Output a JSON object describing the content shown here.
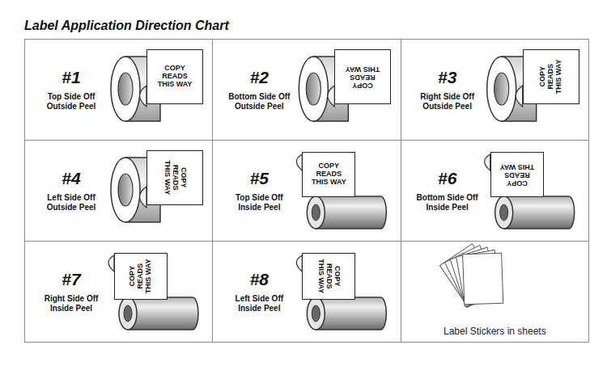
{
  "diagram": {
    "title": "Label Application Direction Chart",
    "nodes": [
      {
        "text": [
          "#1",
          "Top Side Off Outside Peel"
        ]
      },
      {
        "text": [
          "COPY READS THIS WAY"
        ],
        "in": 0
      },
      {
        "text": [
          "#2",
          "Bottom Side Off Outside Peel"
        ]
      },
      {
        "text": [
          "COPY READS THIS WAY"
        ],
        "in": 2
      },
      {
        "text": [
          "#3",
          "Right Side Off Outside Peel"
        ]
      },
      {
        "text": [
          "COPY READS THIS WAY"
        ],
        "in": 4
      },
      {
        "text": [
          "#4",
          "Left Side Off Outside Peel"
        ]
      },
      {
        "text": [
          "COPY READS THIS WAY"
        ],
        "in": 6
      },
      {
        "text": [
          "#5",
          "Top Side Off Inside Peel"
        ]
      },
      {
        "text": [
          "COPY READS THIS WAY"
        ],
        "in": 8
      },
      {
        "text": [
          "#6",
          "Bottom Side Off Inside Peel"
        ]
      },
      {
        "text": [
          "COPY READS THIS WAY"
        ],
        "in": 10
      },
      {
        "text": [
          "#7",
          "Right Side Off Inside Peel"
        ]
      },
      {
        "text": [
          "COPY READS THIS WAY"
        ],
        "in": 12
      },
      {
        "text": [
          "#8",
          "Left Side Off Inside Peel"
        ]
      },
      {
        "text": [
          "COPY READS THIS WAY"
        ],
        "in": 14
      },
      {
        "text": [
          "Label Stickers in sheets"
        ]
      }
    ]
  }
}
